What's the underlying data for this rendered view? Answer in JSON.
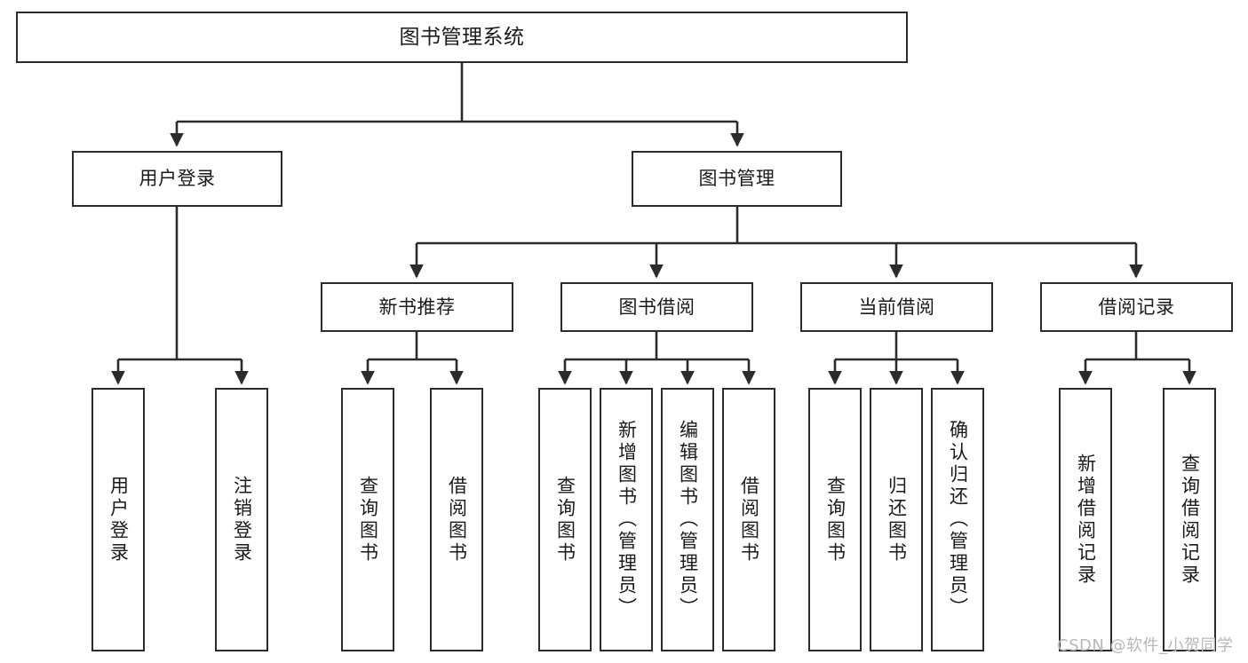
{
  "diagram": {
    "title": "图书管理系统",
    "type": "tree-hierarchy-chart",
    "colors": {
      "box_border": "#2b2b2b",
      "box_fill": "#ffffff",
      "connector": "#2b2b2b",
      "text": "#1a1a1a",
      "watermark": "#b8b8b8",
      "background": "#ffffff"
    },
    "root": {
      "label": "图书管理系统",
      "orientation": "horizontal"
    },
    "level2": [
      {
        "label": "用户登录",
        "orientation": "horizontal"
      },
      {
        "label": "图书管理",
        "orientation": "horizontal"
      }
    ],
    "level3": [
      {
        "label": "新书推荐",
        "orientation": "horizontal"
      },
      {
        "label": "图书借阅",
        "orientation": "horizontal"
      },
      {
        "label": "当前借阅",
        "orientation": "horizontal"
      },
      {
        "label": "借阅记录",
        "orientation": "horizontal"
      }
    ],
    "leaves": {
      "user_login": [
        {
          "label": "用户登录",
          "orientation": "vertical"
        },
        {
          "label": "注销登录",
          "orientation": "vertical"
        }
      ],
      "new_book_recommend": [
        {
          "label": "查询图书",
          "orientation": "vertical"
        },
        {
          "label": "借阅图书",
          "orientation": "vertical"
        }
      ],
      "book_borrow": [
        {
          "label": "查询图书",
          "orientation": "vertical"
        },
        {
          "label": "新增图书（管理员）",
          "orientation": "vertical"
        },
        {
          "label": "编辑图书（管理员）",
          "orientation": "vertical"
        },
        {
          "label": "借阅图书",
          "orientation": "vertical"
        }
      ],
      "current_borrow": [
        {
          "label": "查询图书",
          "orientation": "vertical"
        },
        {
          "label": "归还图书",
          "orientation": "vertical"
        },
        {
          "label": "确认归还（管理员）",
          "orientation": "vertical"
        }
      ],
      "borrow_record": [
        {
          "label": "新增借阅记录",
          "orientation": "vertical"
        },
        {
          "label": "查询借阅记录",
          "orientation": "vertical"
        }
      ]
    }
  },
  "watermark": {
    "text": "CSDN @软件_小贺同学"
  }
}
